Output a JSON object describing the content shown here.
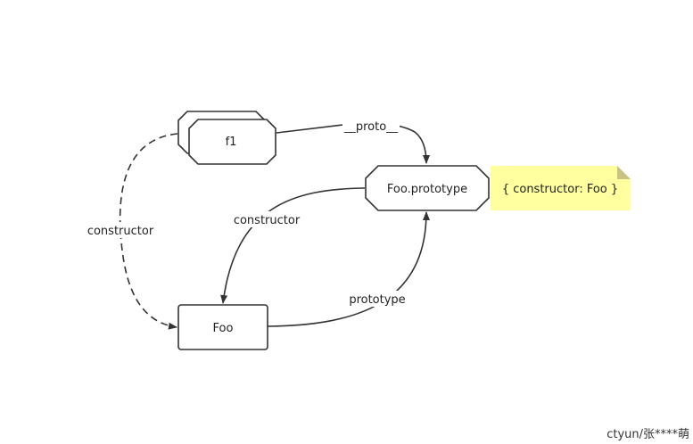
{
  "nodes": {
    "f1": {
      "label": "f1"
    },
    "foo_prototype": {
      "label": "Foo.prototype"
    },
    "foo": {
      "label": "Foo"
    }
  },
  "edges": {
    "proto": {
      "label": "__proto__"
    },
    "constructor_dashed": {
      "label": "constructor"
    },
    "constructor_solid": {
      "label": "constructor"
    },
    "prototype": {
      "label": "prototype"
    }
  },
  "note": {
    "text": "{ constructor: Foo }",
    "color": "#ffffa0",
    "fold_color": "#c8c380"
  },
  "watermark": {
    "text": "ctyun/张****萌"
  },
  "colors": {
    "stroke": "#333333",
    "background": "#ffffff"
  }
}
